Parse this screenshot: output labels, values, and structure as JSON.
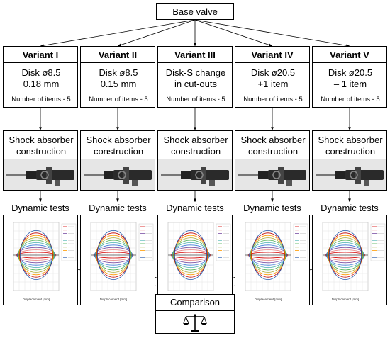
{
  "base_valve": "Base valve",
  "variants": [
    {
      "name": "Variant I",
      "line1": "Disk ø8.5",
      "line2": "0.18 mm",
      "count": "Number of items -  5"
    },
    {
      "name": "Variant II",
      "line1": "Disk ø8.5",
      "line2": "0.15 mm",
      "count": "Number of items -  5"
    },
    {
      "name": "Variant III",
      "line1": "Disk-S change",
      "line2": "in cut-outs",
      "count": "Number of items -  5"
    },
    {
      "name": "Variant IV",
      "line1": "Disk ø20.5",
      "line2": "+1 item",
      "count": "Number of items -  5"
    },
    {
      "name": "Variant V",
      "line1": "Disk ø20.5",
      "line2": "– 1 item",
      "count": "Number of items -  5"
    }
  ],
  "shock_label": "Shock absorber construction",
  "shock_label_lines": [
    "Shock absorber",
    "construction"
  ],
  "dynamic_label": "Dynamic tests",
  "chart_axis_label": "Displacement [mm]",
  "comparison_label": "Comparison",
  "comparison_icon": "balance-scale-icon",
  "colors": {
    "line": "#000000",
    "box": "#ffffff"
  }
}
